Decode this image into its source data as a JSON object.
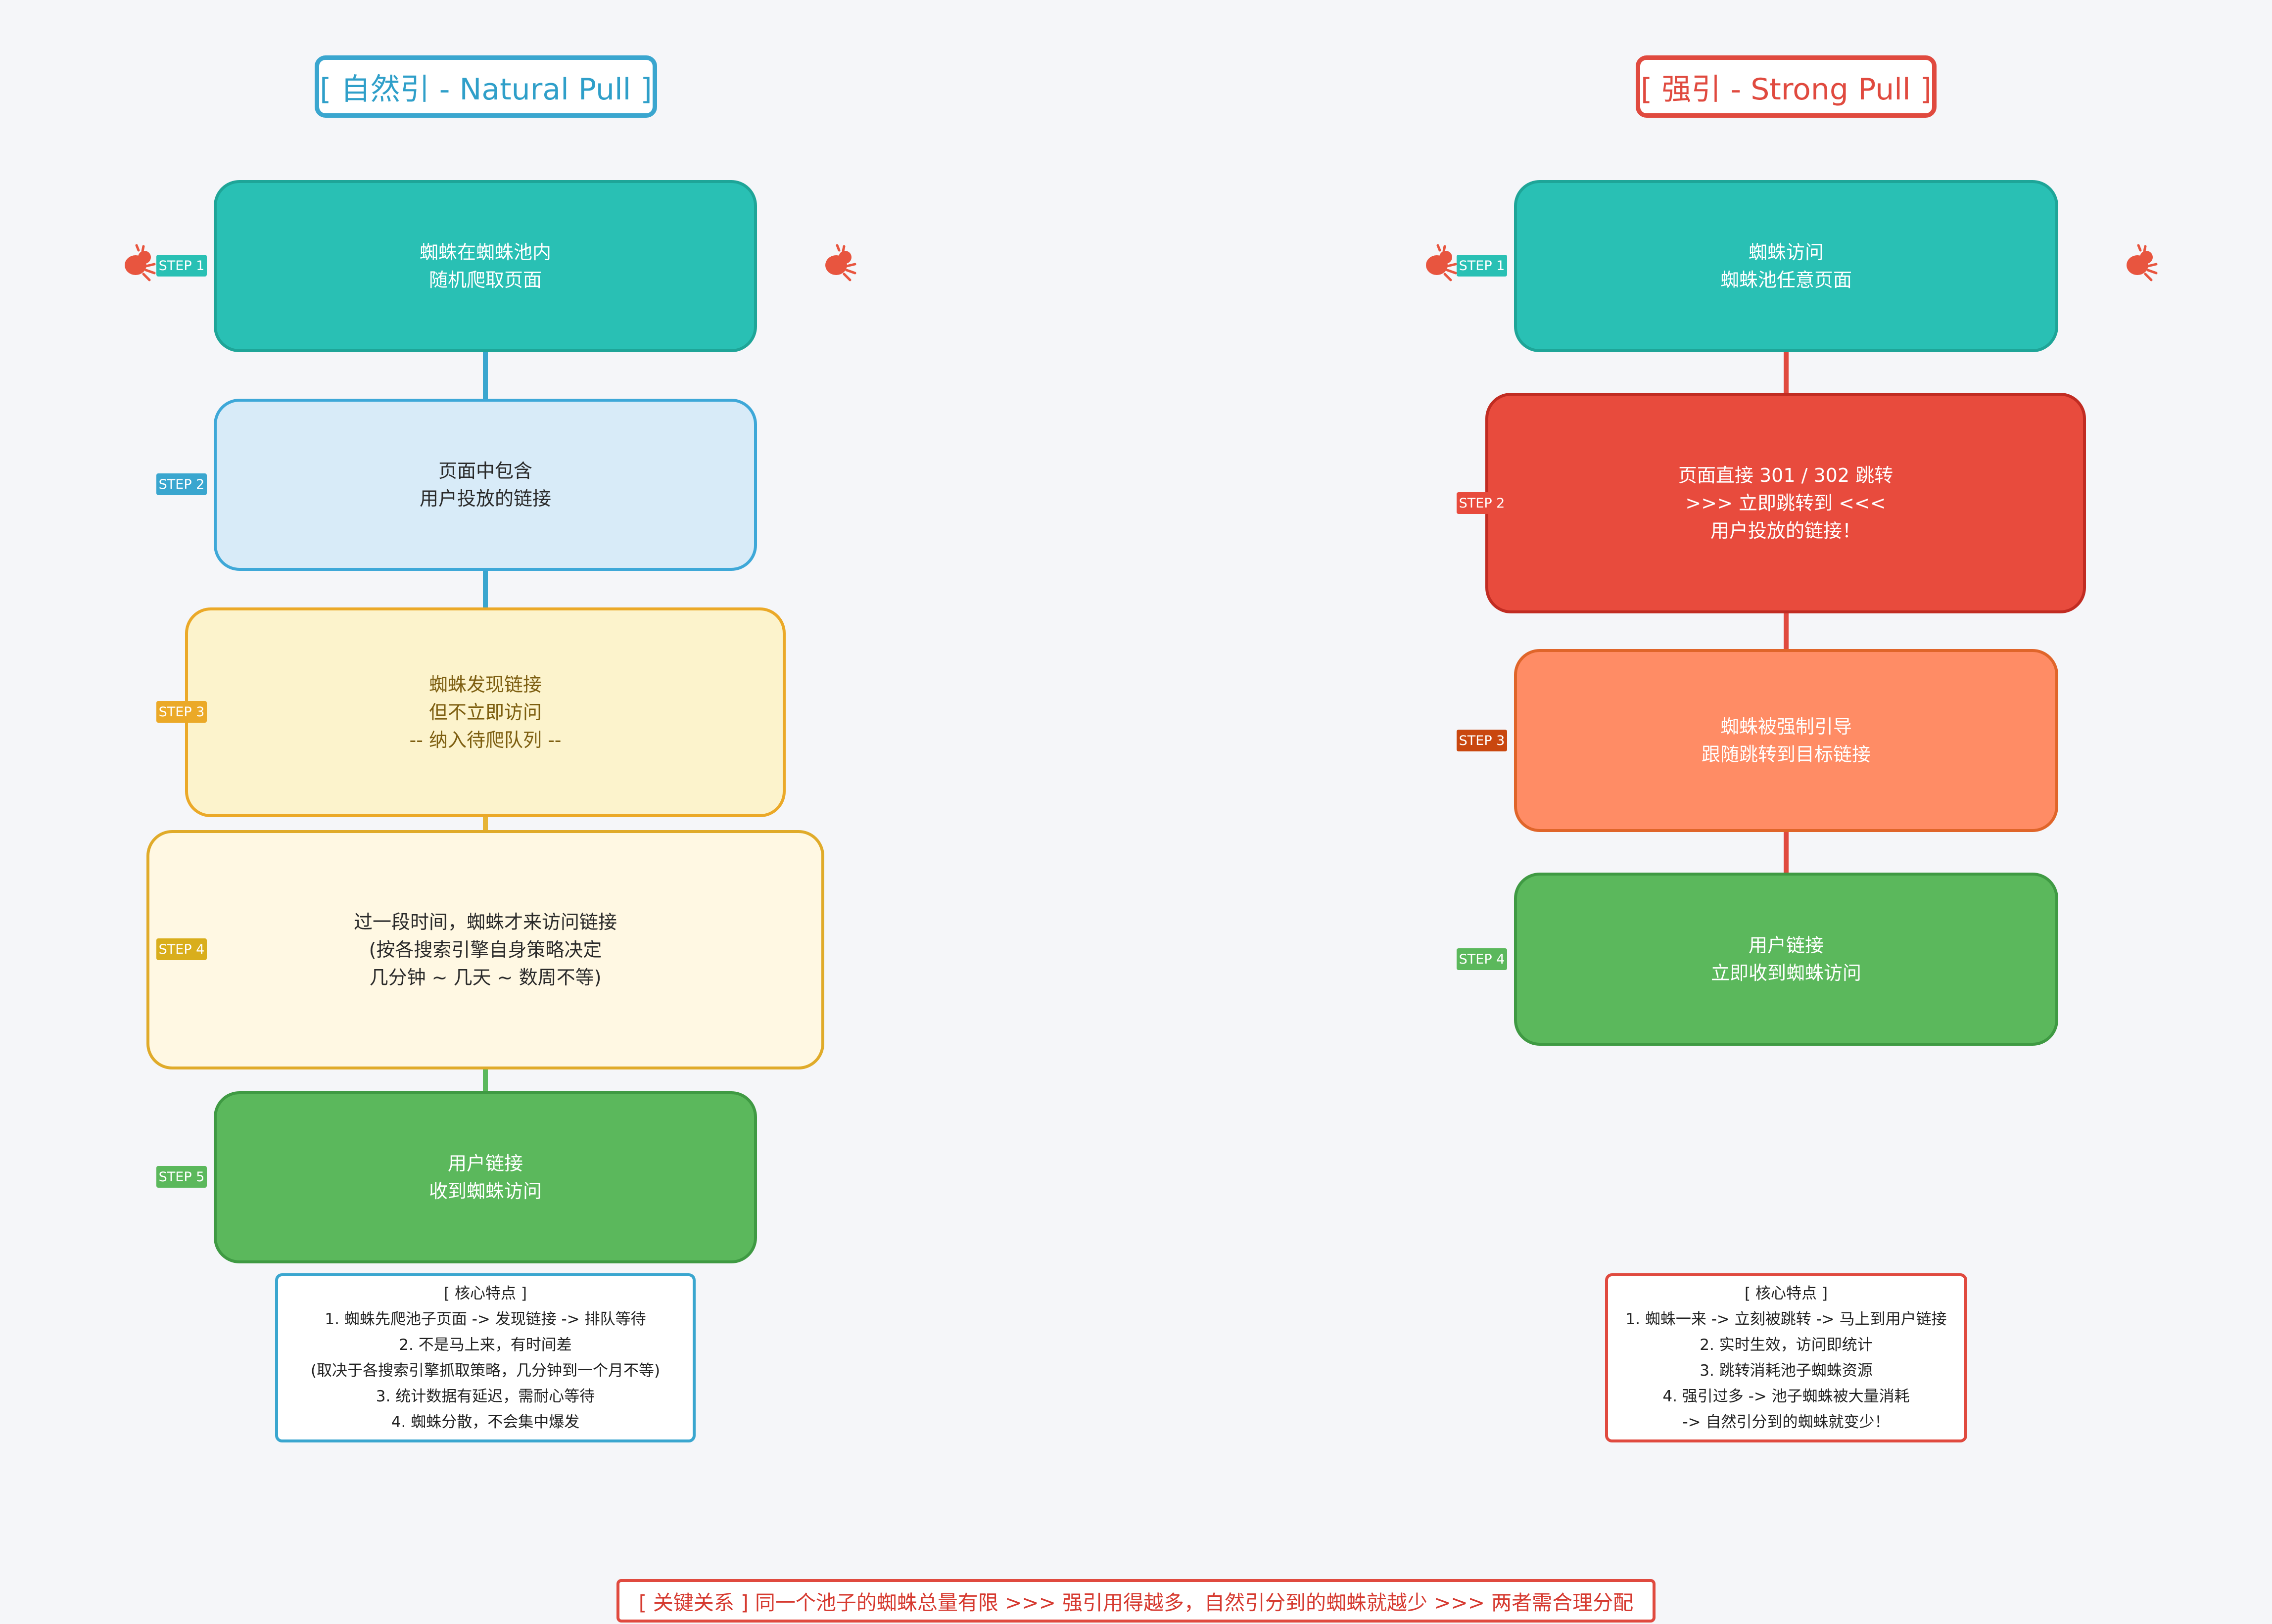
{
  "colors": {
    "teal": "#29c0b4",
    "blue_accent": "#3aa6cf",
    "yellow_accent": "#e6b436",
    "green": "#5bb85c",
    "red": "#e84b3d",
    "orange": "#ff8c65",
    "spider": "#e8553f"
  },
  "natural": {
    "title": "[ 自然引 - Natural Pull ]",
    "steps": [
      {
        "step": "STEP 1",
        "lines": [
          "蜘蛛在蜘蛛池内",
          "随机爬取页面"
        ]
      },
      {
        "step": "STEP 2",
        "lines": [
          "页面中包含",
          "用户投放的链接"
        ]
      },
      {
        "step": "STEP 3",
        "lines": [
          "蜘蛛发现链接",
          "但不立即访问",
          "-- 纳入待爬队列 --"
        ]
      },
      {
        "step": "STEP 4",
        "lines": [
          "过一段时间，蜘蛛才来访问链接",
          "(按各搜索引擎自身策略决定",
          "几分钟 ~ 几天 ~ 数周不等)"
        ]
      },
      {
        "step": "STEP 5",
        "lines": [
          "用户链接",
          "收到蜘蛛访问"
        ]
      }
    ],
    "notes": [
      "[ 核心特点 ]",
      "1. 蜘蛛先爬池子页面 -> 发现链接 -> 排队等待",
      "2. 不是马上来，有时间差",
      "(取决于各搜索引擎抓取策略，几分钟到一个月不等)",
      "3. 统计数据有延迟，需耐心等待",
      "4. 蜘蛛分散，不会集中爆发"
    ]
  },
  "strong": {
    "title": "[ 强引 - Strong Pull ]",
    "steps": [
      {
        "step": "STEP 1",
        "lines": [
          "蜘蛛访问",
          "蜘蛛池任意页面"
        ]
      },
      {
        "step": "STEP 2",
        "lines": [
          "页面直接 301 / 302 跳转",
          ">>> 立即跳转到 <<<",
          "用户投放的链接！"
        ]
      },
      {
        "step": "STEP 3",
        "lines": [
          "蜘蛛被强制引导",
          "跟随跳转到目标链接"
        ]
      },
      {
        "step": "STEP 4",
        "lines": [
          "用户链接",
          "立即收到蜘蛛访问"
        ]
      }
    ],
    "notes": [
      "[ 核心特点 ]",
      "1. 蜘蛛一来 -> 立刻被跳转 -> 马上到用户链接",
      "2. 实时生效，访问即统计",
      "3. 跳转消耗池子蜘蛛资源",
      "4. 强引过多 -> 池子蜘蛛被大量消耗",
      "-> 自然引分到的蜘蛛就变少！"
    ]
  },
  "footer": "[ 关键关系 ]  同一个池子的蜘蛛总量有限  >>>  强引用得越多，自然引分到的蜘蛛就越少  >>>  两者需合理分配"
}
